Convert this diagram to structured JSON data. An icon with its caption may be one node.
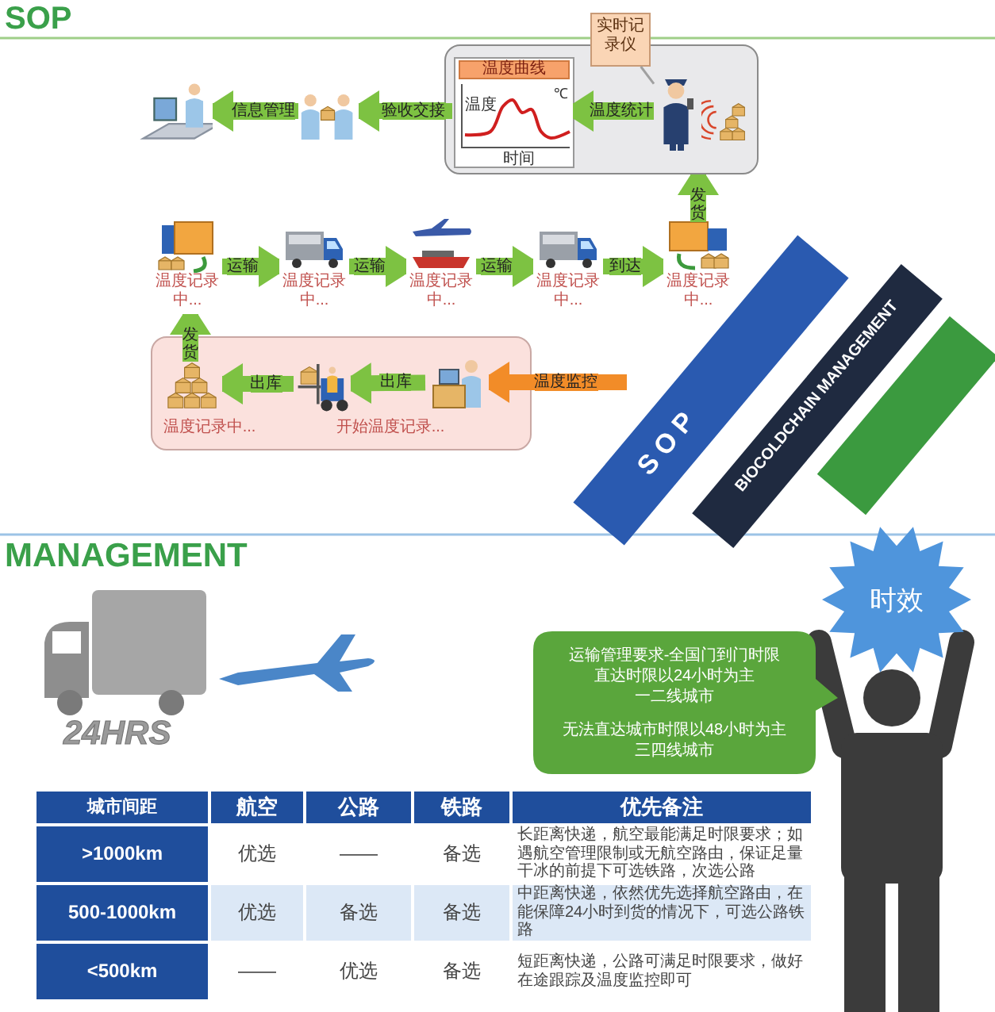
{
  "diagram": {
    "nodes": [
      {
        "text": [],
        "shape": "box"
      },
      {
        "text": [
          "温度曲线",
          "温度",
          "时间",
          "℃"
        ],
        "in": 0
      },
      {
        "text": [],
        "shape": "picture",
        "in": 0
      },
      {
        "text": [],
        "shape": "picture",
        "in": 0
      },
      {
        "text": [
          "实时记录仪"
        ]
      },
      {
        "text": [],
        "shape": "picture"
      },
      {
        "text": [],
        "shape": "picture"
      },
      {
        "text": [],
        "shape": "picture",
        "beside": [
          "温度记录中..."
        ]
      },
      {
        "text": [],
        "shape": "picture",
        "beside": [
          "温度记录中..."
        ]
      },
      {
        "text": [],
        "shape": "picture",
        "beside": [
          "温度记录中..."
        ]
      },
      {
        "text": [],
        "shape": "picture",
        "beside": [
          "温度记录中..."
        ]
      },
      {
        "text": [],
        "shape": "picture",
        "beside": [
          "温度记录中..."
        ]
      },
      {
        "text": [],
        "shape": "box"
      },
      {
        "text": [],
        "shape": "picture",
        "in": 12
      },
      {
        "text": [],
        "shape": "picture",
        "in": 12
      },
      {
        "text": [],
        "shape": "picture",
        "in": 12
      },
      {
        "text": [
          "时效"
        ]
      },
      {
        "text": [
          "运输管理要求-全国门到门时限",
          "直达时限以24小时为主",
          "一二线城市",
          "无法直达城市时限以48小时为主",
          "三四线城市"
        ]
      }
    ],
    "edges": [
      {
        "from": 2,
        "to": 1,
        "label": "温度统计",
        "arrow": "to"
      },
      {
        "from": 1,
        "to": 6,
        "label": "验收交接",
        "arrow": "to"
      },
      {
        "from": 6,
        "to": 5,
        "label": "信息管理",
        "arrow": "to"
      },
      {
        "from": 4,
        "to": 2,
        "arrow": "none",
        "color": "#a0a0a0"
      },
      {
        "from": 7,
        "to": 8,
        "label": "运输",
        "arrow": "to"
      },
      {
        "from": 8,
        "to": 9,
        "label": "运输",
        "arrow": "to"
      },
      {
        "from": 9,
        "to": 10,
        "label": "运输",
        "arrow": "to"
      },
      {
        "from": 10,
        "to": 11,
        "label": "到达",
        "arrow": "to"
      },
      {
        "from": 11,
        "to": 0,
        "label": "发货",
        "arrow": "to"
      },
      {
        "from": 15,
        "to": 14,
        "label": "出库",
        "arrow": "to"
      },
      {
        "from": 14,
        "to": 13,
        "label": "出库",
        "arrow": "to"
      },
      {
        "from": 13,
        "to": 7,
        "label": "发货",
        "arrow": "to"
      },
      {
        "from": null,
        "to": 15,
        "label": "温度监控",
        "arrow": "to",
        "color": "#f28c28"
      }
    ],
    "labels": [
      "SOP",
      "温度记录中...",
      "开始温度记录...",
      "S O P",
      "BIOCOLDCHAIN MANAGEMENT",
      "MANAGEMENT",
      "24HRS",
      "城市间距",
      "航空",
      "公路",
      "铁路",
      "优先备注",
      ">1000km",
      "优选",
      "——",
      "备选",
      "长距离快递，航空最能满足时限要求；如遇航空管理限制或无航空路由，保证足量干冰的前提下可选铁路，次选公路",
      "500-1000km",
      "优选",
      "备选",
      "备选",
      "中距离快递，依然优先选择航空路由，在能保障24小时到货的情况下，可选公路铁路",
      "<500km",
      "——",
      "优选",
      "备选",
      "短距离快递，公路可满足时限要求，做好在途跟踪及温度监控即可"
    ]
  }
}
